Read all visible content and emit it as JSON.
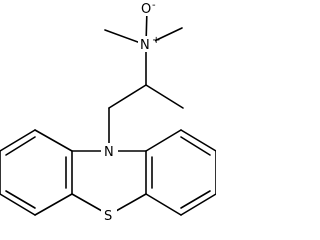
{
  "molecule": {
    "atoms": {
      "nitrogen_amine_oxide": "N",
      "oxygen": "O",
      "nitrogen_ring": "N",
      "sulfur": "S"
    },
    "charges": {
      "n_plus": "+",
      "o_minus": "-"
    },
    "colors": {
      "bonds": "#000000",
      "labels": "#000000",
      "background": "#ffffff"
    }
  }
}
